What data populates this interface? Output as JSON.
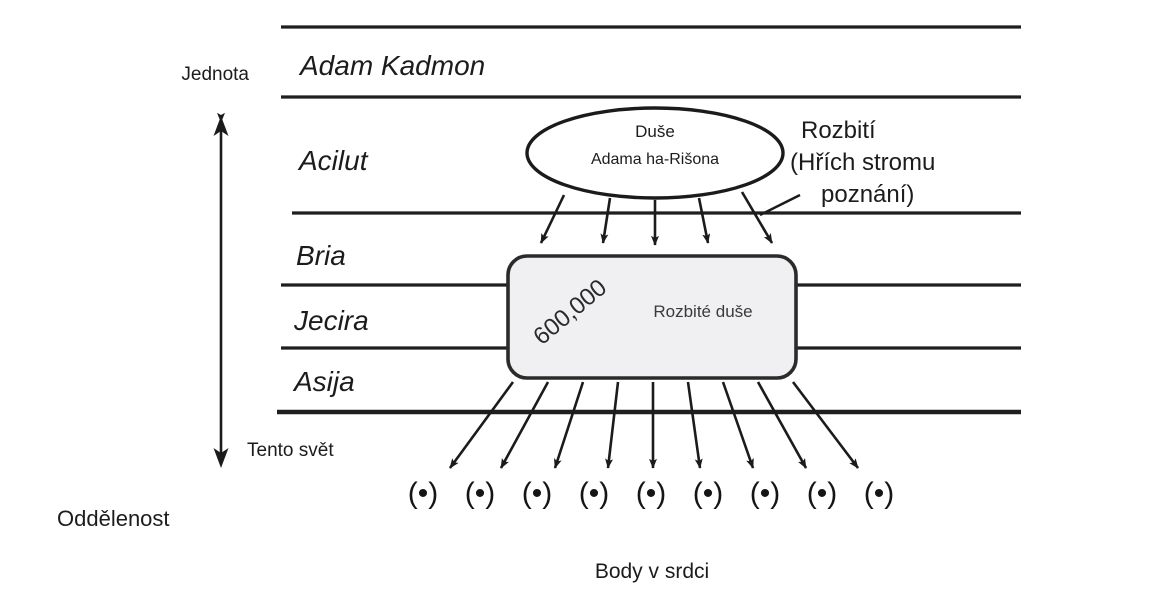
{
  "diagram": {
    "title_implicit": "Kabbalistic worlds and the shattering of souls",
    "axis": {
      "top_label": "Jednota",
      "bottom_label": "Tento svět",
      "outer_bottom_label": "Oddělenost",
      "arrow_icon": "double-headed-vertical-arrow-icon"
    },
    "worlds": [
      {
        "id": "adam-kadmon",
        "label": "Adam Kadmon"
      },
      {
        "id": "acilut",
        "label": "Acilut"
      },
      {
        "id": "bria",
        "label": "Bria"
      },
      {
        "id": "jecira",
        "label": "Jecira"
      },
      {
        "id": "asija",
        "label": "Asija"
      }
    ],
    "oval": {
      "line1": "Duše",
      "line2": "Adama ha-Rišona"
    },
    "annotation": {
      "line1": "Rozbití",
      "line2": "(Hřích stromu",
      "line3": "poznání)"
    },
    "box": {
      "count": "600,000",
      "label": "Rozbité duše"
    },
    "dots": {
      "glyph": "(•)",
      "count": 9,
      "caption": "Body v srdci"
    },
    "arrows": {
      "from_oval_count": 5,
      "from_box_count": 9
    },
    "colors": {
      "ink": "#1c1c1c",
      "line": "#222222",
      "box_fill": "#f0f0f2",
      "box_stroke": "#2b2b2b",
      "background": "#ffffff"
    }
  }
}
